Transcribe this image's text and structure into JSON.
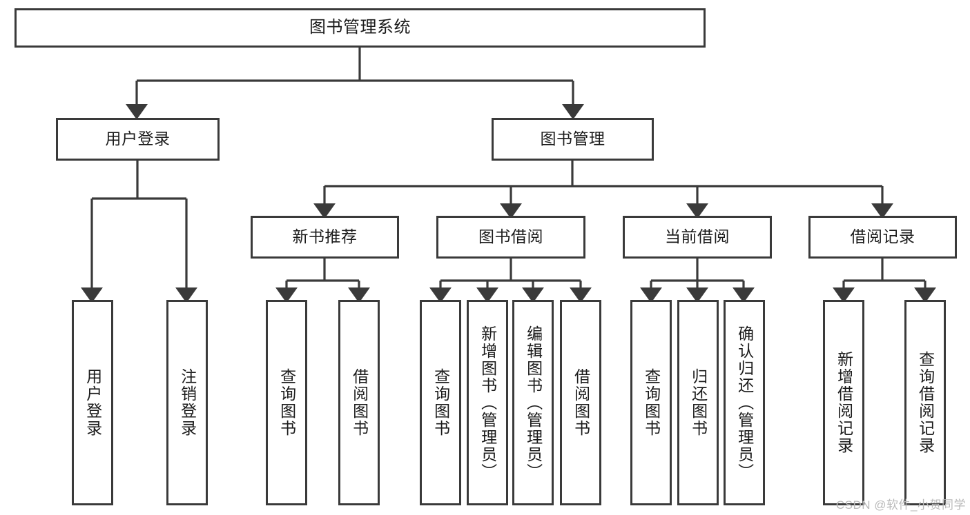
{
  "diagram": {
    "title": "图书管理系统",
    "type": "hierarchy-tree",
    "watermark": "CSDN @软件_小贺同学",
    "colors": {
      "stroke": "#3a3a3a",
      "fill": "#ffffff",
      "text": "#1b1b1b",
      "watermark": "#b9b9b9"
    },
    "levels": {
      "root": {
        "label": "图书管理系统"
      },
      "level2": [
        {
          "id": "user-login",
          "label": "用户登录"
        },
        {
          "id": "book-management",
          "label": "图书管理"
        }
      ],
      "level3": [
        {
          "id": "new-book-recommend",
          "label": "新书推荐",
          "parent": "book-management"
        },
        {
          "id": "book-borrow",
          "label": "图书借阅",
          "parent": "book-management"
        },
        {
          "id": "current-borrow",
          "label": "当前借阅",
          "parent": "book-management"
        },
        {
          "id": "borrow-record",
          "label": "借阅记录",
          "parent": "book-management"
        }
      ],
      "leaves": [
        {
          "id": "leaf-user-login",
          "label": "用户登录",
          "parent": "user-login"
        },
        {
          "id": "leaf-logout",
          "label": "注销登录",
          "parent": "user-login"
        },
        {
          "id": "leaf-query-book-1",
          "label": "查询图书",
          "parent": "new-book-recommend"
        },
        {
          "id": "leaf-borrow-book-1",
          "label": "借阅图书",
          "parent": "new-book-recommend"
        },
        {
          "id": "leaf-query-book-2",
          "label": "查询图书",
          "parent": "book-borrow"
        },
        {
          "id": "leaf-add-book",
          "label": "新增图书（管理员）",
          "parent": "book-borrow"
        },
        {
          "id": "leaf-edit-book",
          "label": "编辑图书（管理员）",
          "parent": "book-borrow"
        },
        {
          "id": "leaf-borrow-book-2",
          "label": "借阅图书",
          "parent": "book-borrow"
        },
        {
          "id": "leaf-query-book-3",
          "label": "查询图书",
          "parent": "current-borrow"
        },
        {
          "id": "leaf-return-book",
          "label": "归还图书",
          "parent": "current-borrow"
        },
        {
          "id": "leaf-confirm-return",
          "label": "确认归还（管理员）",
          "parent": "current-borrow"
        },
        {
          "id": "leaf-add-record",
          "label": "新增借阅记录",
          "parent": "borrow-record"
        },
        {
          "id": "leaf-query-record",
          "label": "查询借阅记录",
          "parent": "borrow-record"
        }
      ]
    }
  }
}
